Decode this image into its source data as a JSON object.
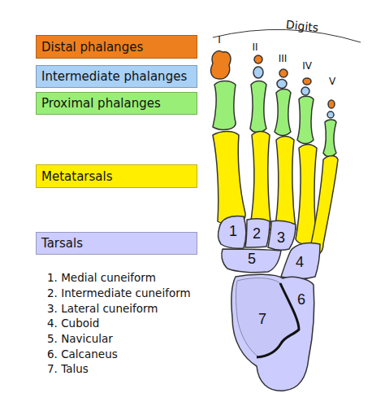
{
  "diagram": {
    "labels": [
      "Digits",
      "I",
      "II",
      "III",
      "IV",
      "V",
      "1",
      "2",
      "3",
      "4",
      "5",
      "6",
      "7",
      "1. Medial cuneiform",
      "2. Intermediate cuneiform",
      "3. Lateral cuneiform",
      "4. Cuboid",
      "5. Navicular",
      "6. Calcaneus",
      "7. Talus"
    ],
    "legend": [
      {
        "text": "Distal phalanges",
        "color": "#ee7f1e"
      },
      {
        "text": "Intermediate phalanges",
        "color": "#a9d0f5"
      },
      {
        "text": "Proximal phalanges",
        "color": "#99ee77"
      },
      {
        "text": "Metatarsals",
        "color": "#ffee00"
      },
      {
        "text": "Tarsals",
        "color": "#ccccff"
      }
    ]
  }
}
